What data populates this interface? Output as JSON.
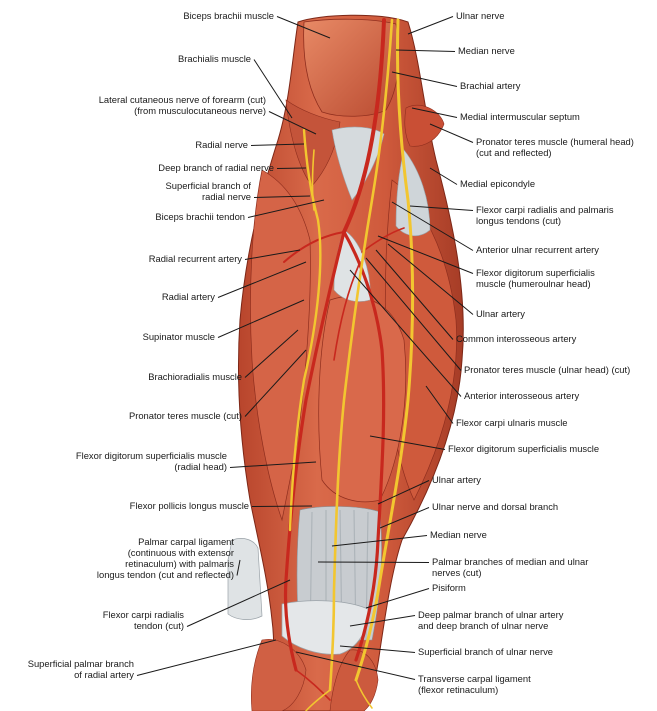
{
  "colors": {
    "muscle": "#c9553a",
    "muscle_dark": "#8f2e1e",
    "muscle_light": "#e07d5c",
    "tendon": "#d9dde0",
    "artery": "#c8281e",
    "nerve": "#f2c630",
    "leader": "#1a1a1a"
  },
  "labels_left": [
    {
      "id": "biceps-brachii-muscle",
      "lines": [
        "Biceps brachii muscle"
      ]
    },
    {
      "id": "brachialis-muscle",
      "lines": [
        "Brachialis muscle"
      ]
    },
    {
      "id": "lateral-cutaneous-nerve",
      "lines": [
        "Lateral cutaneous nerve of forearm (cut)",
        "(from musculocutaneous nerve)"
      ]
    },
    {
      "id": "radial-nerve",
      "lines": [
        "Radial nerve"
      ]
    },
    {
      "id": "deep-branch-radial-nerve",
      "lines": [
        "Deep branch of radial nerve"
      ]
    },
    {
      "id": "superficial-branch-radial-nerve",
      "lines": [
        "Superficial branch of",
        "radial nerve"
      ]
    },
    {
      "id": "biceps-brachii-tendon",
      "lines": [
        "Biceps brachii tendon"
      ]
    },
    {
      "id": "radial-recurrent-artery",
      "lines": [
        "Radial recurrent artery"
      ]
    },
    {
      "id": "radial-artery",
      "lines": [
        "Radial artery"
      ]
    },
    {
      "id": "supinator-muscle",
      "lines": [
        "Supinator muscle"
      ]
    },
    {
      "id": "brachioradialis-muscle",
      "lines": [
        "Brachioradialis muscle"
      ]
    },
    {
      "id": "pronator-teres-cut",
      "lines": [
        "Pronator teres muscle (cut)"
      ]
    },
    {
      "id": "fds-radial-head",
      "lines": [
        "Flexor digitorum superficialis muscle",
        "(radial head)"
      ]
    },
    {
      "id": "flexor-pollicis-longus",
      "lines": [
        "Flexor pollicis longus muscle"
      ]
    },
    {
      "id": "palmar-carpal-ligament",
      "lines": [
        "Palmar carpal ligament",
        "(continuous with extensor",
        "retinaculum) with palmaris",
        "longus tendon (cut and reflected)"
      ]
    },
    {
      "id": "flexor-carpi-radialis-tendon",
      "lines": [
        "Flexor carpi radialis",
        "tendon (cut)"
      ]
    },
    {
      "id": "superficial-palmar-branch",
      "lines": [
        "Superficial palmar branch",
        "of radial artery"
      ]
    }
  ],
  "labels_right": [
    {
      "id": "ulnar-nerve",
      "lines": [
        "Ulnar nerve"
      ]
    },
    {
      "id": "median-nerve",
      "lines": [
        "Median nerve"
      ]
    },
    {
      "id": "brachial-artery",
      "lines": [
        "Brachial artery"
      ]
    },
    {
      "id": "medial-intermuscular-septum",
      "lines": [
        "Medial intermuscular septum"
      ]
    },
    {
      "id": "pronator-teres-humeral",
      "lines": [
        "Pronator teres muscle (humeral head)",
        "(cut and reflected)"
      ]
    },
    {
      "id": "medial-epicondyle",
      "lines": [
        "Medial epicondyle"
      ]
    },
    {
      "id": "fcr-palmaris-tendons",
      "lines": [
        "Flexor carpi radialis and palmaris",
        "longus tendons (cut)"
      ]
    },
    {
      "id": "anterior-ulnar-recurrent",
      "lines": [
        "Anterior ulnar recurrent artery"
      ]
    },
    {
      "id": "fds-humeroulnar",
      "lines": [
        "Flexor digitorum superficialis",
        "muscle (humeroulnar head)"
      ]
    },
    {
      "id": "ulnar-artery-upper",
      "lines": [
        "Ulnar artery"
      ]
    },
    {
      "id": "common-interosseous",
      "lines": [
        "Common interosseous artery"
      ]
    },
    {
      "id": "pronator-teres-ulnar",
      "lines": [
        "Pronator teres muscle (ulnar head) (cut)"
      ]
    },
    {
      "id": "anterior-interosseous",
      "lines": [
        "Anterior interosseous artery"
      ]
    },
    {
      "id": "flexor-carpi-ulnaris",
      "lines": [
        "Flexor carpi ulnaris muscle"
      ]
    },
    {
      "id": "fds-muscle",
      "lines": [
        "Flexor digitorum superficialis muscle"
      ]
    },
    {
      "id": "ulnar-artery-lower",
      "lines": [
        "Ulnar artery"
      ]
    },
    {
      "id": "ulnar-nerve-dorsal",
      "lines": [
        "Ulnar nerve and dorsal branch"
      ]
    },
    {
      "id": "median-nerve-lower",
      "lines": [
        "Median nerve"
      ]
    },
    {
      "id": "palmar-branches",
      "lines": [
        "Palmar branches of median and ulnar",
        "nerves (cut)"
      ]
    },
    {
      "id": "pisiform",
      "lines": [
        "Pisiform"
      ]
    },
    {
      "id": "deep-palmar-branch",
      "lines": [
        "Deep palmar branch of ulnar artery",
        "and deep branch of ulnar nerve"
      ]
    },
    {
      "id": "superficial-branch-ulnar",
      "lines": [
        "Superficial branch of ulnar nerve"
      ]
    },
    {
      "id": "transverse-carpal",
      "lines": [
        "Transverse carpal ligament",
        "(flexor retinaculum)"
      ]
    }
  ]
}
